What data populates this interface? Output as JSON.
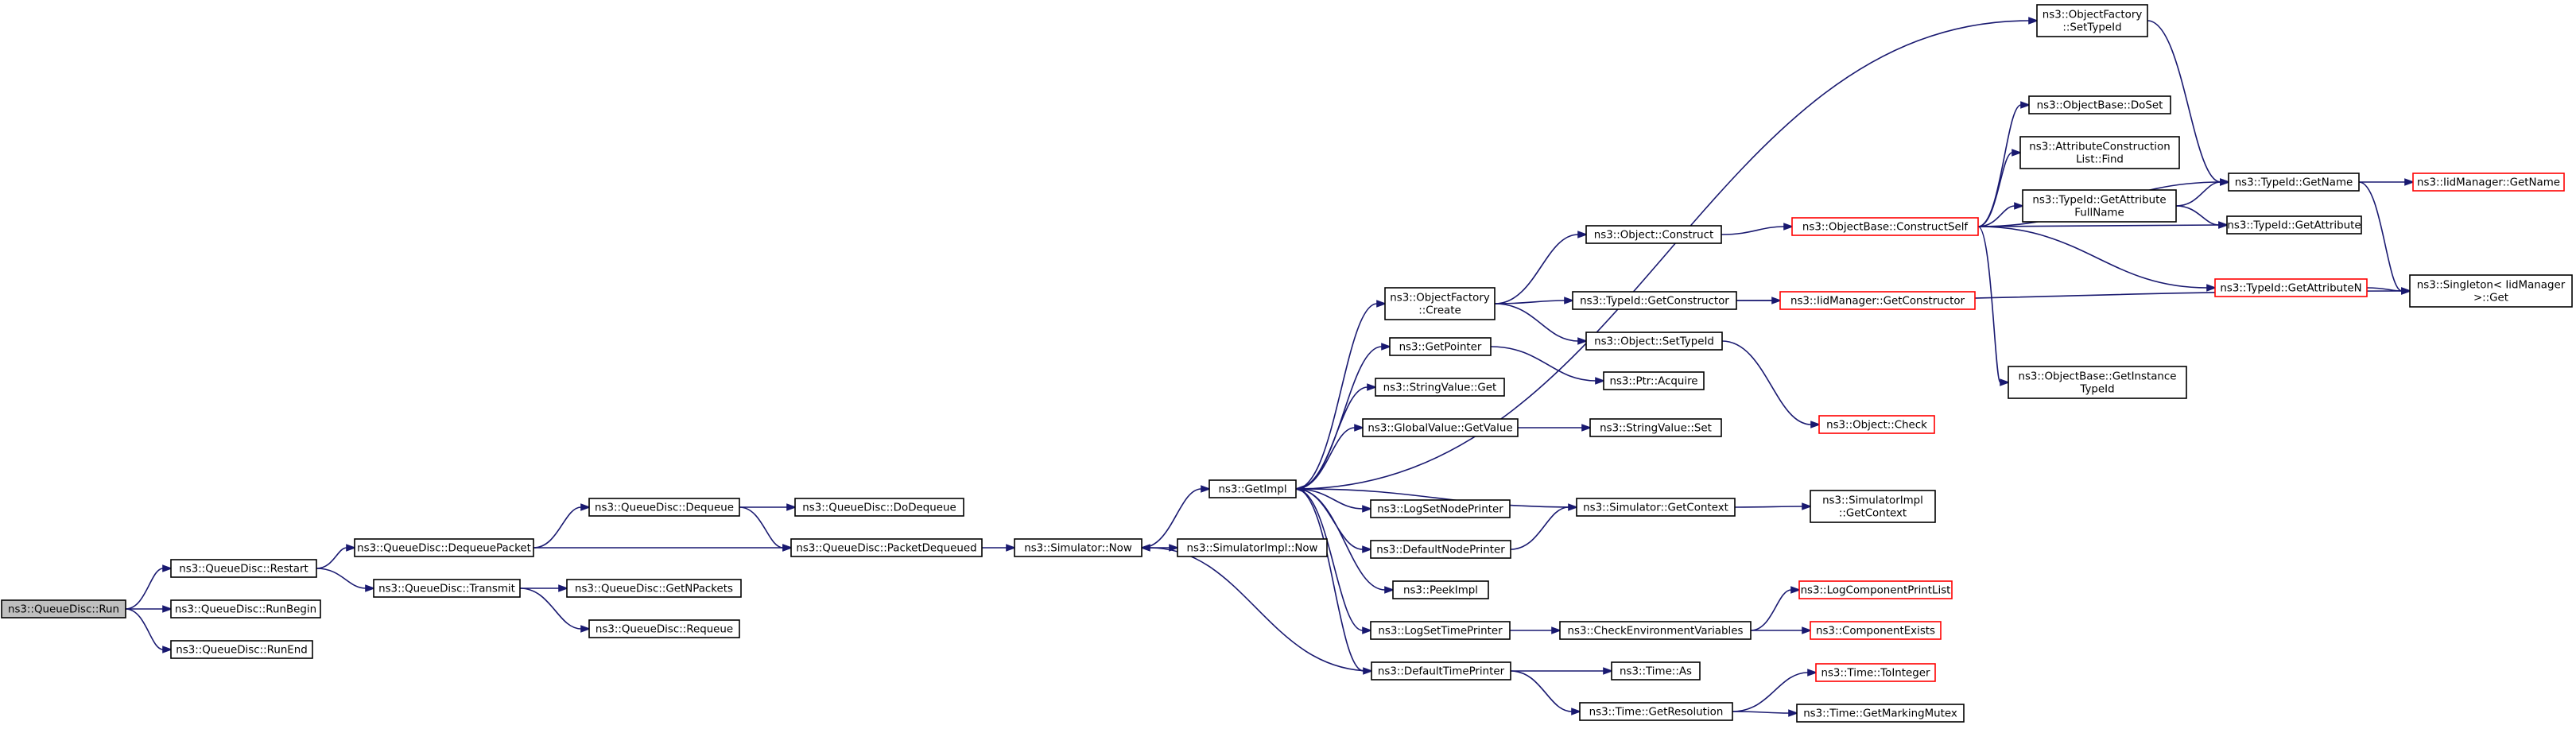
{
  "colors": {
    "edge": "#191970",
    "border_normal": "#000000",
    "border_truncated": "#ff0000",
    "fill_normal": "#ffffff",
    "fill_root": "#bfbfbf"
  },
  "nodes": [
    {
      "id": "run",
      "lines": [
        "ns3::QueueDisc::Run"
      ],
      "style": "root"
    },
    {
      "id": "restart",
      "lines": [
        "ns3::QueueDisc::Restart"
      ],
      "style": "normal"
    },
    {
      "id": "runbegin",
      "lines": [
        "ns3::QueueDisc::RunBegin"
      ],
      "style": "normal"
    },
    {
      "id": "runend",
      "lines": [
        "ns3::QueueDisc::RunEnd"
      ],
      "style": "normal"
    },
    {
      "id": "dequeuepacket",
      "lines": [
        "ns3::QueueDisc::DequeuePacket"
      ],
      "style": "normal"
    },
    {
      "id": "transmit",
      "lines": [
        "ns3::QueueDisc::Transmit"
      ],
      "style": "normal"
    },
    {
      "id": "dequeue",
      "lines": [
        "ns3::QueueDisc::Dequeue"
      ],
      "style": "normal"
    },
    {
      "id": "dodequeue",
      "lines": [
        "ns3::QueueDisc::DoDequeue"
      ],
      "style": "normal"
    },
    {
      "id": "packetdequeued",
      "lines": [
        "ns3::QueueDisc::PacketDequeued"
      ],
      "style": "normal"
    },
    {
      "id": "getnpackets",
      "lines": [
        "ns3::QueueDisc::GetNPackets"
      ],
      "style": "normal"
    },
    {
      "id": "requeue",
      "lines": [
        "ns3::QueueDisc::Requeue"
      ],
      "style": "normal"
    },
    {
      "id": "simnow",
      "lines": [
        "ns3::Simulator::Now"
      ],
      "style": "normal"
    },
    {
      "id": "simimplnow",
      "lines": [
        "ns3::SimulatorImpl::Now"
      ],
      "style": "normal"
    },
    {
      "id": "getimpl",
      "lines": [
        "ns3::GetImpl"
      ],
      "style": "normal"
    },
    {
      "id": "ofcreate",
      "lines": [
        "ns3::ObjectFactory",
        "::Create"
      ],
      "style": "normal"
    },
    {
      "id": "getpointer",
      "lines": [
        "ns3::GetPointer"
      ],
      "style": "normal"
    },
    {
      "id": "stringvalueget",
      "lines": [
        "ns3::StringValue::Get"
      ],
      "style": "normal"
    },
    {
      "id": "globalvalue",
      "lines": [
        "ns3::GlobalValue::GetValue"
      ],
      "style": "normal"
    },
    {
      "id": "logsetnode",
      "lines": [
        "ns3::LogSetNodePrinter"
      ],
      "style": "normal"
    },
    {
      "id": "defaultnode",
      "lines": [
        "ns3::DefaultNodePrinter"
      ],
      "style": "normal"
    },
    {
      "id": "peekimpl",
      "lines": [
        "ns3::PeekImpl"
      ],
      "style": "normal"
    },
    {
      "id": "logsettime",
      "lines": [
        "ns3::LogSetTimePrinter"
      ],
      "style": "normal"
    },
    {
      "id": "defaulttime",
      "lines": [
        "ns3::DefaultTimePrinter"
      ],
      "style": "normal"
    },
    {
      "id": "objconstruct",
      "lines": [
        "ns3::Object::Construct"
      ],
      "style": "normal"
    },
    {
      "id": "typeidgetctor",
      "lines": [
        "ns3::TypeId::GetConstructor"
      ],
      "style": "normal"
    },
    {
      "id": "objsettypeid",
      "lines": [
        "ns3::Object::SetTypeId"
      ],
      "style": "normal"
    },
    {
      "id": "ptracquire",
      "lines": [
        "ns3::Ptr::Acquire"
      ],
      "style": "normal"
    },
    {
      "id": "stringvalueset",
      "lines": [
        "ns3::StringValue::Set"
      ],
      "style": "normal"
    },
    {
      "id": "simgetctx",
      "lines": [
        "ns3::Simulator::GetContext"
      ],
      "style": "normal"
    },
    {
      "id": "checkenv",
      "lines": [
        "ns3::CheckEnvironmentVariables"
      ],
      "style": "normal"
    },
    {
      "id": "timeas",
      "lines": [
        "ns3::Time::As"
      ],
      "style": "normal"
    },
    {
      "id": "timegetres",
      "lines": [
        "ns3::Time::GetResolution"
      ],
      "style": "normal"
    },
    {
      "id": "ofsettypeid",
      "lines": [
        "ns3::ObjectFactory",
        "::SetTypeId"
      ],
      "style": "normal"
    },
    {
      "id": "constructself",
      "lines": [
        "ns3::ObjectBase::ConstructSelf"
      ],
      "style": "truncated"
    },
    {
      "id": "iidgetctor",
      "lines": [
        "ns3::IidManager::GetConstructor"
      ],
      "style": "truncated"
    },
    {
      "id": "objcheck",
      "lines": [
        "ns3::Object::Check"
      ],
      "style": "truncated"
    },
    {
      "id": "simimplgetctx",
      "lines": [
        "ns3::SimulatorImpl",
        "::GetContext"
      ],
      "style": "normal"
    },
    {
      "id": "logcomplist",
      "lines": [
        "ns3::LogComponentPrintList"
      ],
      "style": "truncated"
    },
    {
      "id": "compexists",
      "lines": [
        "ns3::ComponentExists"
      ],
      "style": "truncated"
    },
    {
      "id": "timetoint",
      "lines": [
        "ns3::Time::ToInteger"
      ],
      "style": "truncated"
    },
    {
      "id": "timemarkmutex",
      "lines": [
        "ns3::Time::GetMarkingMutex"
      ],
      "style": "normal"
    },
    {
      "id": "objbasedoset",
      "lines": [
        "ns3::ObjectBase::DoSet"
      ],
      "style": "normal"
    },
    {
      "id": "attrconstr",
      "lines": [
        "ns3::AttributeConstruction",
        "List::Find"
      ],
      "style": "normal"
    },
    {
      "id": "typeidgetattrfull",
      "lines": [
        "ns3::TypeId::GetAttribute",
        "FullName"
      ],
      "style": "normal"
    },
    {
      "id": "typeidgetattrn",
      "lines": [
        "ns3::TypeId::GetAttributeN"
      ],
      "style": "truncated"
    },
    {
      "id": "objbasegetinst",
      "lines": [
        "ns3::ObjectBase::GetInstance",
        "TypeId"
      ],
      "style": "normal"
    },
    {
      "id": "typeidgetname",
      "lines": [
        "ns3::TypeId::GetName"
      ],
      "style": "normal"
    },
    {
      "id": "typeidgetattr",
      "lines": [
        "ns3::TypeId::GetAttribute"
      ],
      "style": "normal"
    },
    {
      "id": "singleton",
      "lines": [
        "ns3::Singleton< IidManager",
        " >::Get"
      ],
      "style": "normal"
    },
    {
      "id": "iidgetname",
      "lines": [
        "ns3::IidManager::GetName"
      ],
      "style": "truncated"
    }
  ],
  "edges": [
    [
      "run",
      "restart"
    ],
    [
      "run",
      "runbegin"
    ],
    [
      "run",
      "runend"
    ],
    [
      "restart",
      "dequeuepacket"
    ],
    [
      "restart",
      "transmit"
    ],
    [
      "dequeuepacket",
      "dequeue"
    ],
    [
      "dequeuepacket",
      "packetdequeued"
    ],
    [
      "dequeue",
      "dodequeue"
    ],
    [
      "dequeue",
      "packetdequeued"
    ],
    [
      "transmit",
      "getnpackets"
    ],
    [
      "transmit",
      "requeue"
    ],
    [
      "packetdequeued",
      "simnow"
    ],
    [
      "simnow",
      "getimpl"
    ],
    [
      "simnow",
      "simimplnow"
    ],
    [
      "getimpl",
      "ofsettypeid"
    ],
    [
      "getimpl",
      "ofcreate"
    ],
    [
      "getimpl",
      "getpointer"
    ],
    [
      "getimpl",
      "stringvalueget"
    ],
    [
      "getimpl",
      "globalvalue"
    ],
    [
      "getimpl",
      "logsetnode"
    ],
    [
      "getimpl",
      "defaultnode"
    ],
    [
      "getimpl",
      "peekimpl"
    ],
    [
      "getimpl",
      "logsettime"
    ],
    [
      "getimpl",
      "defaulttime"
    ],
    [
      "ofcreate",
      "objconstruct"
    ],
    [
      "ofcreate",
      "typeidgetctor"
    ],
    [
      "ofcreate",
      "objsettypeid"
    ],
    [
      "getpointer",
      "ptracquire"
    ],
    [
      "globalvalue",
      "stringvalueset"
    ],
    [
      "defaultnode",
      "simgetctx"
    ],
    [
      "simgetctx",
      "getimpl"
    ],
    [
      "simgetctx",
      "simimplgetctx"
    ],
    [
      "logsettime",
      "checkenv"
    ],
    [
      "checkenv",
      "logcomplist"
    ],
    [
      "checkenv",
      "compexists"
    ],
    [
      "defaulttime",
      "simnow"
    ],
    [
      "defaulttime",
      "timeas"
    ],
    [
      "defaulttime",
      "timegetres"
    ],
    [
      "timegetres",
      "timetoint"
    ],
    [
      "timegetres",
      "timemarkmutex"
    ],
    [
      "objconstruct",
      "constructself"
    ],
    [
      "typeidgetctor",
      "iidgetctor"
    ],
    [
      "typeidgetctor",
      "singleton"
    ],
    [
      "objsettypeid",
      "objcheck"
    ],
    [
      "constructself",
      "objbasedoset"
    ],
    [
      "constructself",
      "attrconstr"
    ],
    [
      "constructself",
      "typeidgetattrfull"
    ],
    [
      "constructself",
      "typeidgetattr"
    ],
    [
      "constructself",
      "typeidgetattrn"
    ],
    [
      "constructself",
      "objbasegetinst"
    ],
    [
      "constructself",
      "typeidgetname"
    ],
    [
      "typeidgetattrfull",
      "typeidgetname"
    ],
    [
      "typeidgetattrfull",
      "typeidgetattr"
    ],
    [
      "typeidgetattrn",
      "singleton"
    ],
    [
      "ofsettypeid",
      "typeidgetname"
    ],
    [
      "typeidgetname",
      "iidgetname"
    ],
    [
      "typeidgetname",
      "singleton"
    ]
  ]
}
